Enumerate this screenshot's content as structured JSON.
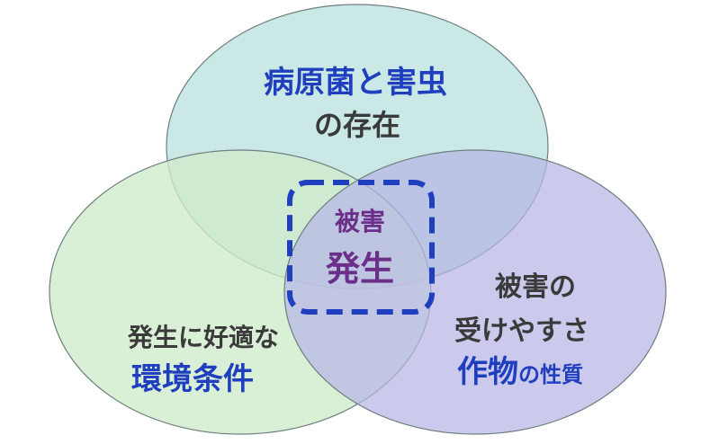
{
  "circles": {
    "top": {
      "line1_strong": "病原菌と害虫",
      "line2": "の存在",
      "fill": "#c9e8e6"
    },
    "left": {
      "line1": "発生に好適な",
      "line2_strong": "環境条件",
      "fill": "#d4eed0"
    },
    "right": {
      "line1": "被害の",
      "line2": "受けやすさ",
      "line3_strong": "作物",
      "line3_rest": "の性質",
      "fill": "#c4c2ea"
    }
  },
  "center": {
    "line1": "被害",
    "line2": "発生"
  },
  "colors": {
    "strong_text": "#1f3fbf",
    "body_text": "#3a3a3a",
    "center_text": "#6b2f8a",
    "dashed_box": "#1f3fbf",
    "outline": "#6f7f7f"
  }
}
